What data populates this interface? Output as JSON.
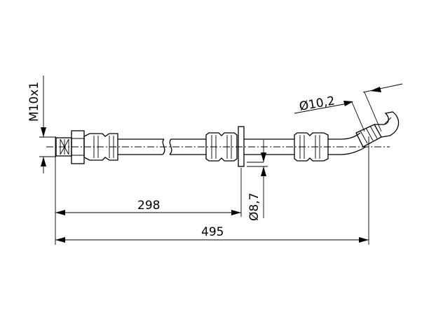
{
  "dimensions": {
    "thread": "M10x1",
    "hose_diameter": "Ø10,2",
    "bracket_diameter": "Ø8,7",
    "partial_length": "298",
    "total_length": "495"
  },
  "colors": {
    "line": "#000000",
    "background": "#ffffff"
  }
}
